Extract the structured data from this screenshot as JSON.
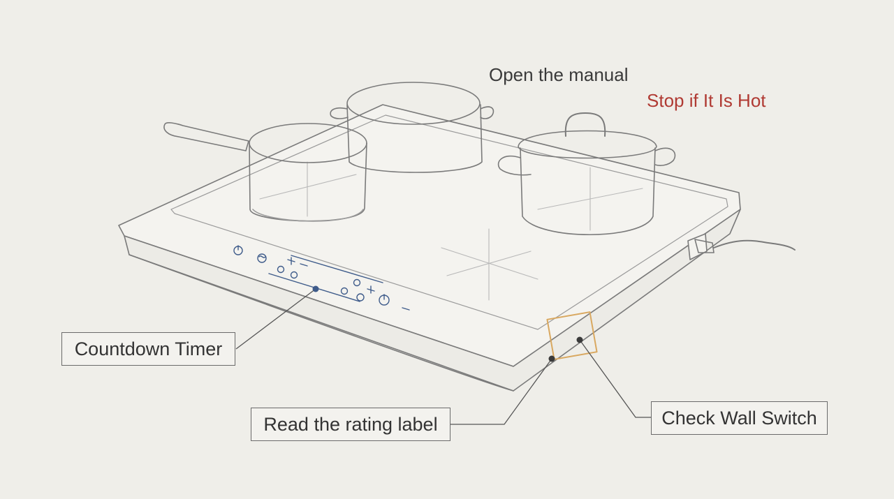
{
  "notes": {
    "manual": "Open the manual",
    "hot_warning": "Stop if It Is Hot"
  },
  "callouts": {
    "timer": "Countdown Timer",
    "rating": "Read the rating label",
    "switch": "Check Wall Switch"
  },
  "colors": {
    "warning": "#b03a33",
    "highlight": "#d9a860",
    "controls": "#3e5b8a",
    "line": "#7a7a7a"
  },
  "icons": [
    "power-icon",
    "boost-icon",
    "timer-icon",
    "plus-icon",
    "minus-icon",
    "plug-icon"
  ]
}
